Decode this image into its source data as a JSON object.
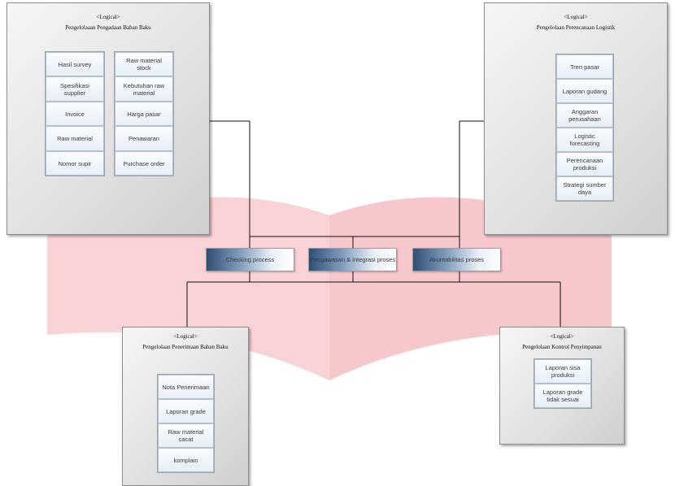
{
  "colors": {
    "watermark": "#f7c6c9",
    "line": "#111111",
    "package_fill": "#e2e2e2",
    "process_dark": "#2f4f73"
  },
  "packages": {
    "top_left": {
      "stereotype": "<Logical>",
      "name": "Pengelolaaan Pengadaan Bahan Baku",
      "columns": [
        [
          "Hasil survey",
          "Spesifikasi supplier",
          "Invoice",
          "Raw material",
          "Nomor supir"
        ],
        [
          "Raw material stock",
          "Kebutuhan raw material",
          "Harga pasar",
          "Penawaran",
          "Purchase order"
        ]
      ]
    },
    "top_right": {
      "stereotype": "<Logical>",
      "name": "Pengelolaan Perencanaan Logistik",
      "columns": [
        [
          "Tren pasar",
          "Laporan gudang",
          "Anggaran perusahaan",
          "Logistic forecasting",
          "Perencanaan produksi",
          "Strategi sumber daya"
        ]
      ]
    },
    "bottom_left": {
      "stereotype": "<Logical>",
      "name": "Pengelolaan Penerimaan Bahan Baku",
      "columns": [
        [
          "Nota Penerimaan",
          "Laporan grade",
          "Raw material cacat",
          "komplain"
        ]
      ]
    },
    "bottom_right": {
      "stereotype": "<Logical>",
      "name": "Pengelolaan Kontrol Penyimpanan",
      "columns": [
        [
          "Laporan sisa produksi",
          "Laporan grade tidak sesuai"
        ]
      ]
    }
  },
  "processes": [
    "Checking process",
    "Pengawasan & integrasi proses",
    "Akuntabilitas proses"
  ]
}
